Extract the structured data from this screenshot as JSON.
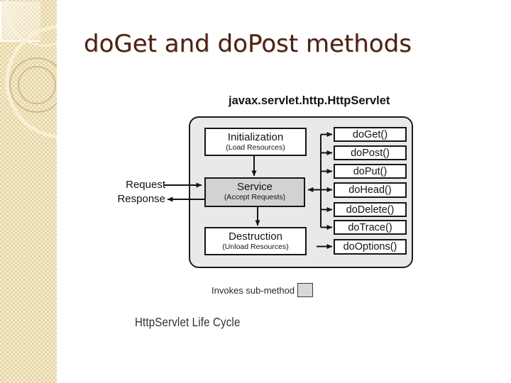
{
  "slide": {
    "title": "doGet and doPost methods"
  },
  "figure": {
    "header": "javax.servlet.http.HttpServlet",
    "stages": [
      {
        "label": "Initialization",
        "sublabel": "(Load Resources)"
      },
      {
        "label": "Service",
        "sublabel": "(Accept Requests)"
      },
      {
        "label": "Destruction",
        "sublabel": "(Unload Resources)"
      }
    ],
    "request_label": "Request",
    "response_label": "Response",
    "methods": [
      "doGet()",
      "doPost()",
      "doPut()",
      "doHead()",
      "doDelete()",
      "doTrace()",
      "doOptions()"
    ],
    "legend_label": "Invokes sub-method",
    "caption": "HttpServlet Life Cycle"
  },
  "colors": {
    "title_text": "#4a2317",
    "sidebar_tan": "#e8d5a0",
    "sidebar_checker": "#f3ecd3",
    "sidebar_circle_olive": "#c8b385",
    "sidebar_circle_cream": "#f8f0d4",
    "container_fill": "#e9e9e9",
    "service_fill": "#d2d2d2",
    "legend_swatch_fill": "#d8d8d8",
    "diagram_line": "#141414"
  }
}
